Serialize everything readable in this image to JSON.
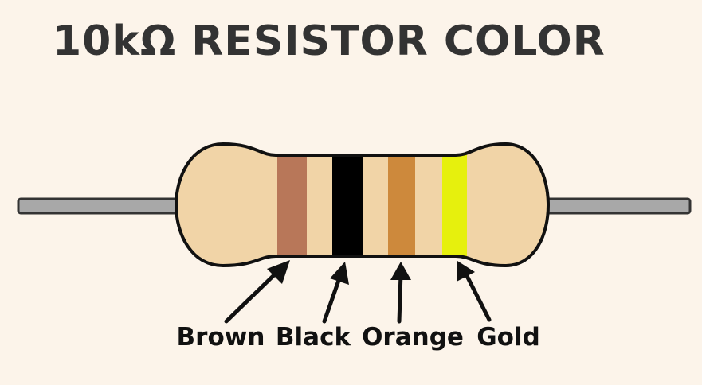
{
  "title": "10kΩ RESISTOR COLOR",
  "bands": [
    {
      "label": "Brown",
      "color": "#b87759"
    },
    {
      "label": "Black",
      "color": "#000000"
    },
    {
      "label": "Orange",
      "color": "#cd893c"
    },
    {
      "label": "Gold",
      "color": "#e6f00d"
    }
  ],
  "colors": {
    "background": "#fcf4ea",
    "resistor_body": "#f1d4a7",
    "outline": "#111111",
    "lead": "#a8a8a8",
    "title_text": "#333333",
    "label_text": "#111111"
  }
}
